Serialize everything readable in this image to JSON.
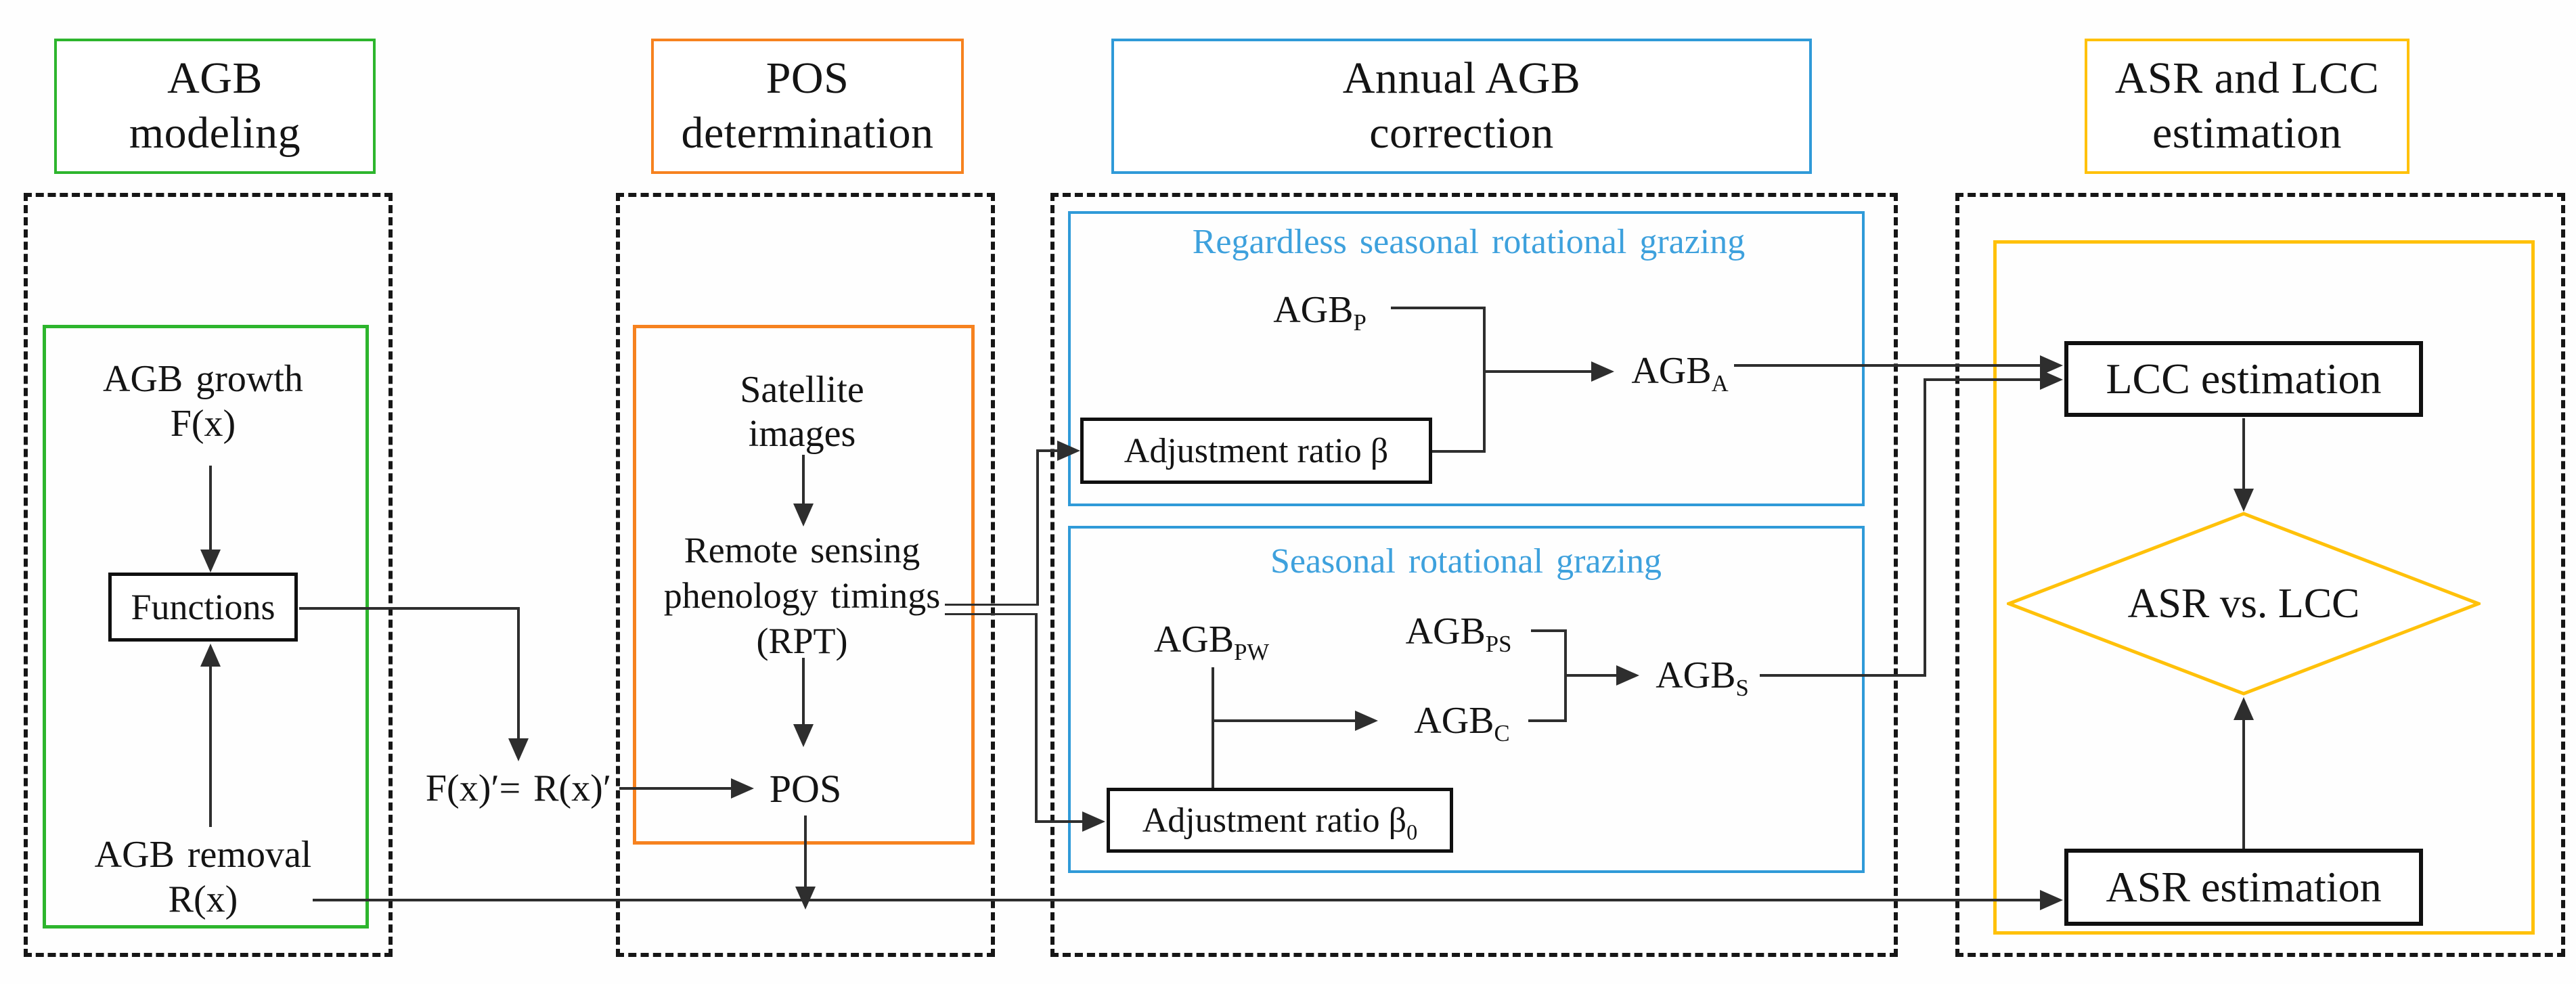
{
  "colors": {
    "green": "#2db52d",
    "orange": "#f6821f",
    "blue": "#2f9ad8",
    "yellow": "#ffc10a",
    "blue-text": "#3ea1dd",
    "line": "#2e2e2e",
    "ink": "#141414"
  },
  "titles": {
    "agb_modeling": [
      "AGB",
      "modeling"
    ],
    "pos_determination": [
      "POS",
      "determination"
    ],
    "annual_agb_correction": [
      "Annual AGB",
      "correction"
    ],
    "asr_lcc_estimation": [
      "ASR and LCC",
      "estimation"
    ]
  },
  "agb_modeling": {
    "growth": [
      "AGB growth",
      "F(x)"
    ],
    "functions": "Functions",
    "removal": [
      "AGB removal",
      "R(x)"
    ]
  },
  "pos_determination": {
    "satellite": [
      "Satellite",
      "images"
    ],
    "rpt": [
      "Remote sensing",
      "phenology timings",
      "(RPT)"
    ],
    "pos": "POS",
    "equation": "F(x)′= R(x)′"
  },
  "annual_correction": {
    "regardless": {
      "subtitle": "Regardless seasonal rotational grazing",
      "agb_p": {
        "base": "AGB",
        "sub": "P"
      },
      "adjustment_beta": "Adjustment ratio β",
      "agb_a": {
        "base": "AGB",
        "sub": "A"
      }
    },
    "seasonal": {
      "subtitle": "Seasonal rotational grazing",
      "agb_pw": {
        "base": "AGB",
        "sub": "PW"
      },
      "agb_ps": {
        "base": "AGB",
        "sub": "PS"
      },
      "agb_c": {
        "base": "AGB",
        "sub": "C"
      },
      "agb_s": {
        "base": "AGB",
        "sub": "S"
      },
      "adjustment_beta0": {
        "base": "Adjustment ratio β",
        "sub": "0"
      }
    }
  },
  "asr_lcc": {
    "lcc_estimation": "LCC estimation",
    "decision": "ASR vs. LCC",
    "asr_estimation": "ASR estimation"
  }
}
